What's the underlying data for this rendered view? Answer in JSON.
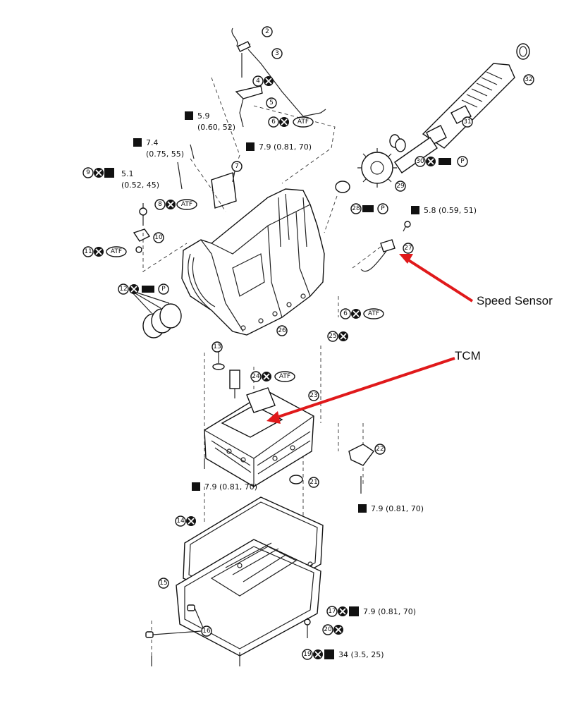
{
  "callouts": {
    "speed_sensor": "Speed Sensor",
    "tcm": "TCM"
  },
  "arrow_color": "#e0191b",
  "part_numbers": {
    "p2": "2",
    "p3": "3",
    "p4": "4",
    "p5": "5",
    "p6a": "6",
    "p6b": "6",
    "p7": "7",
    "p8": "8",
    "p9": "9",
    "p10": "10",
    "p11": "11",
    "p12": "12",
    "p13": "13",
    "p14": "14",
    "p15": "15",
    "p16": "16",
    "p17": "17",
    "p19": "19",
    "p20": "20",
    "p21": "21",
    "p22": "22",
    "p23": "23",
    "p24": "24",
    "p25": "25",
    "p26": "26",
    "p27": "27",
    "p28": "28",
    "p29": "29",
    "p30": "30",
    "p31": "31",
    "p32": "32"
  },
  "ratings": {
    "r59": "5.9",
    "r59_sub": "(0.60, 52)",
    "r74": "7.4",
    "r74_sub": "(0.75, 55)",
    "r51": "5.1",
    "r51_sub": "(0.52, 45)",
    "r79_top": "7.9 (0.81, 70)",
    "r58": "5.8 (0.59, 51)",
    "r79_mid": "7.9 (0.81, 70)",
    "r79_right": "7.9 (0.81, 70)",
    "r79_bot": "7.9 (0.81, 70)",
    "r34": "34 (3.5, 25)"
  },
  "badges": {
    "atf": "ATF",
    "p": "P"
  }
}
